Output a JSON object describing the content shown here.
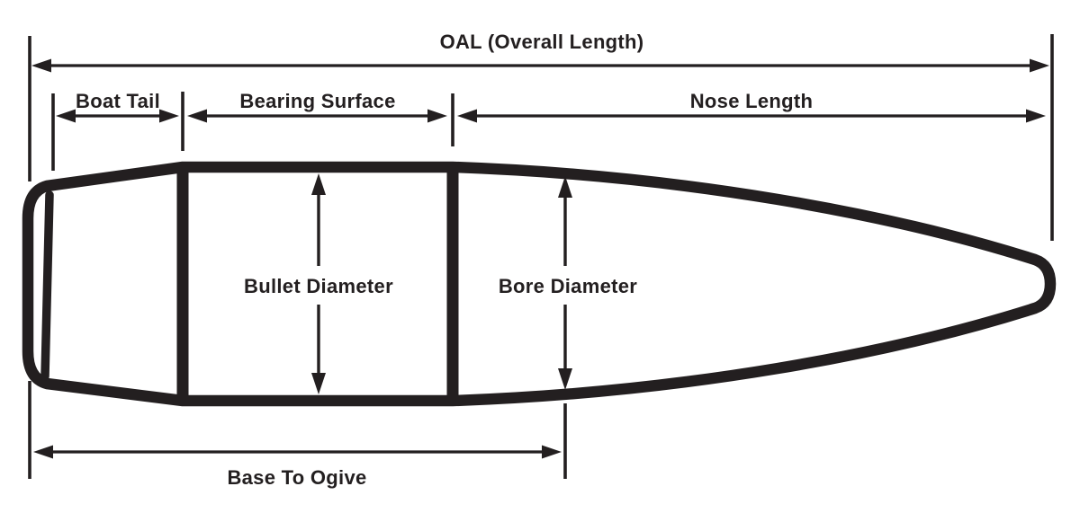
{
  "diagram": {
    "labels": {
      "oal": "OAL (Overall Length)",
      "boat_tail": "Boat Tail",
      "bearing_surface": "Bearing Surface",
      "nose_length": "Nose Length",
      "bullet_diameter": "Bullet Diameter",
      "bore_diameter": "Bore Diameter",
      "base_to_ogive": "Base To Ogive"
    },
    "colors": {
      "ink": "#231f20",
      "background": "#ffffff"
    }
  }
}
